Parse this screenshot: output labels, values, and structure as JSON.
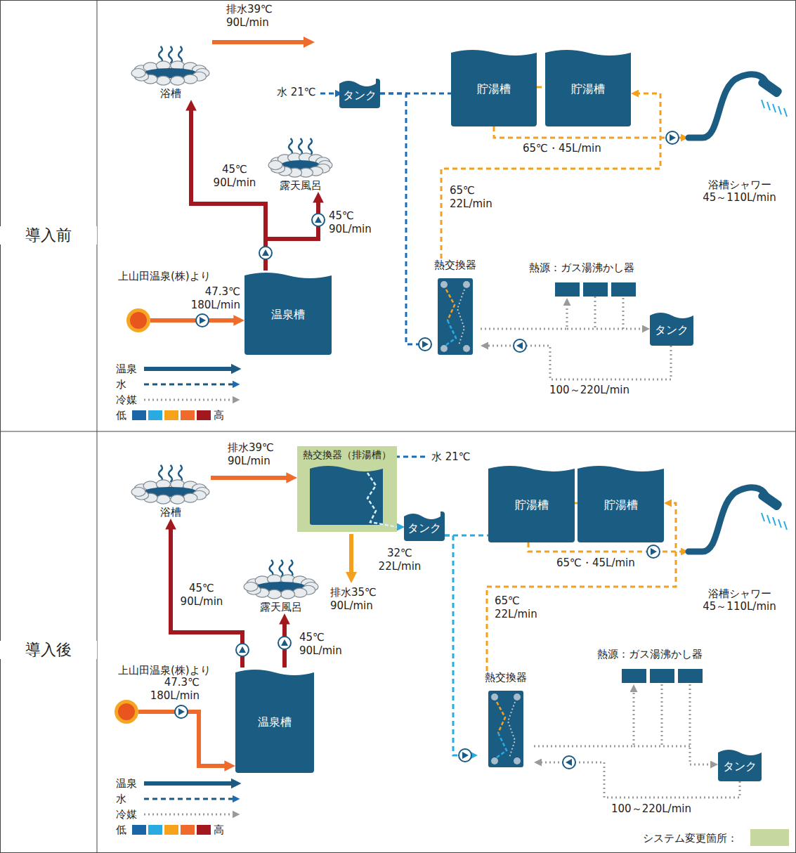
{
  "diagram": {
    "nodes": [
      {
        "text": [
          "浴槽"
        ]
      },
      {
        "text": [
          "露天風呂"
        ]
      },
      {
        "text": [
          "温泉槽"
        ]
      },
      {
        "text": [
          "タンク"
        ]
      },
      {
        "text": [
          "貯湯槽"
        ]
      },
      {
        "text": [
          "貯湯槽"
        ]
      },
      {
        "text": [
          "熱交換器"
        ]
      },
      {
        "text": [
          "熱源：ガス湯沸かし器"
        ]
      },
      {
        "text": [
          "タンク"
        ]
      },
      {
        "text": [
          "浴槽シャワー",
          "45～110L/min"
        ]
      },
      {
        "text": [
          "上山田温泉(株)より"
        ]
      },
      {
        "text": [
          "浴槽"
        ]
      },
      {
        "text": [
          "露天風呂"
        ]
      },
      {
        "text": [
          "温泉槽"
        ]
      },
      {
        "text": [
          "熱交換器（排湯槽）"
        ]
      },
      {
        "text": [
          "タンク"
        ]
      },
      {
        "text": [
          "貯湯槽"
        ]
      },
      {
        "text": [
          "貯湯槽"
        ]
      },
      {
        "text": [
          "熱交換器"
        ]
      },
      {
        "text": [
          "熱源：ガス湯沸かし器"
        ]
      },
      {
        "text": [
          "タンク"
        ]
      },
      {
        "text": [
          "浴槽シャワー",
          "45～110L/min"
        ]
      },
      {
        "text": [
          "上山田温泉(株)より"
        ]
      }
    ],
    "edges": [
      {
        "from": 10,
        "to": 2,
        "arrow": "to",
        "label": "47.3℃ 180L/min"
      },
      {
        "from": 2,
        "to": 0,
        "arrow": "to",
        "label": "45℃ 90L/min"
      },
      {
        "from": 2,
        "to": 1,
        "arrow": "to",
        "label": "45℃ 90L/min"
      },
      {
        "from": 3,
        "to": 4,
        "arrow": "none"
      },
      {
        "from": 3,
        "to": 6,
        "arrow": "to"
      },
      {
        "from": 4,
        "to": 5,
        "arrow": "none"
      },
      {
        "from": 6,
        "to": 5,
        "arrow": "to",
        "label": "65℃ 22L/min"
      },
      {
        "from": 4,
        "to": 9,
        "arrow": "to",
        "label": "65℃・45L/min"
      },
      {
        "from": 6,
        "to": 7,
        "arrow": "to"
      },
      {
        "from": 7,
        "to": 8,
        "arrow": "to"
      },
      {
        "from": 8,
        "to": 6,
        "arrow": "to",
        "label": "100～220L/min"
      },
      {
        "from": 22,
        "to": 13,
        "arrow": "to",
        "label": "47.3℃ 180L/min"
      },
      {
        "from": 13,
        "to": 11,
        "arrow": "to",
        "label": "45℃ 90L/min"
      },
      {
        "from": 13,
        "to": 12,
        "arrow": "to",
        "label": "45℃ 90L/min"
      },
      {
        "from": 11,
        "to": 14,
        "arrow": "to",
        "label": "排水39℃ 90L/min"
      },
      {
        "from": 14,
        "to": 15,
        "arrow": "to",
        "label": "32℃ 22L/min"
      },
      {
        "from": 15,
        "to": 16,
        "arrow": "none"
      },
      {
        "from": 15,
        "to": 18,
        "arrow": "to"
      },
      {
        "from": 16,
        "to": 17,
        "arrow": "none"
      },
      {
        "from": 18,
        "to": 17,
        "arrow": "to",
        "label": "65℃ 22L/min"
      },
      {
        "from": 16,
        "to": 21,
        "arrow": "to",
        "label": "65℃・45L/min"
      },
      {
        "from": 18,
        "to": 19,
        "arrow": "to"
      },
      {
        "from": 19,
        "to": 20,
        "arrow": "to"
      },
      {
        "from": 20,
        "to": 18,
        "arrow": "to",
        "label": "100～220L/min"
      }
    ],
    "labels": [
      "導入前",
      "排水39℃ 90L/min",
      "水 21℃",
      "導入後",
      "水 21℃",
      "排水35℃ 90L/min"
    ],
    "legend": [
      {
        "text": "温泉"
      },
      {
        "text": "水"
      },
      {
        "text": "冷媒"
      },
      {
        "text": "低",
        "color": "#1a65a5"
      },
      {
        "text": "高",
        "color": "#a3181e"
      },
      {
        "text": "温泉"
      },
      {
        "text": "水"
      },
      {
        "text": "冷媒"
      },
      {
        "text": "低",
        "color": "#1a65a5"
      },
      {
        "text": "高",
        "color": "#a3181e"
      },
      {
        "text": "システム変更箇所：",
        "color": "#c5d89f"
      }
    ]
  }
}
